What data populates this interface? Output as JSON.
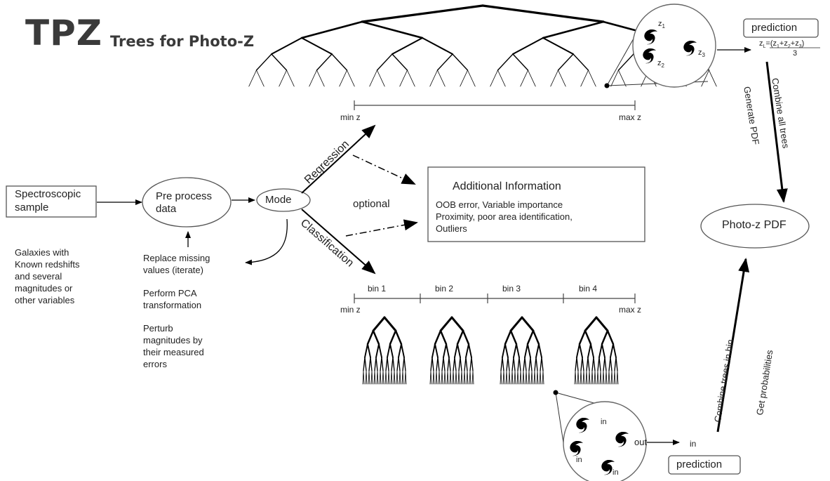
{
  "title": {
    "main": "TPZ",
    "sub": "Trees for Photo-Z"
  },
  "input": {
    "label_line1": "Spectroscopic",
    "label_line2": "sample",
    "description": [
      "Galaxies with",
      "Known redshifts",
      "and several",
      "magnitudes or",
      "other variables"
    ]
  },
  "preprocess": {
    "label_line1": "Pre process",
    "label_line2": "data",
    "steps": [
      [
        "Replace missing",
        "values (iterate)"
      ],
      [
        "Perform PCA",
        "transformation"
      ],
      [
        "Perturb",
        "magnitudes by",
        "their measured",
        "errors"
      ]
    ]
  },
  "mode": {
    "label": "Mode"
  },
  "branches": {
    "regression": "Regression",
    "classification": "Classification",
    "optional": "optional"
  },
  "additional_info": {
    "title": "Additional Information",
    "lines": [
      "OOB error, Variable importance",
      "Proximity, poor area identification,",
      "Outliers"
    ]
  },
  "regression": {
    "axis_min": "min z",
    "axis_max": "max z",
    "tree_leaves": [
      "z",
      "z",
      "z"
    ],
    "tree_subscripts": [
      "1",
      "2",
      "3"
    ],
    "prediction_label": "prediction",
    "formula": {
      "lhs": "z",
      "lhs_sub": "L",
      "eq": "=",
      "open": "(",
      "t1": "z",
      "s1": "1",
      "plus": "+",
      "t2": "z",
      "s2": "2",
      "t3": "z",
      "s3": "3",
      "close": ")",
      "denominator": "3"
    },
    "combine_label": "Combine all trees",
    "generate_label": "Generate PDF"
  },
  "classification": {
    "axis_min": "min z",
    "axis_max": "max z",
    "bins": [
      "bin 1",
      "bin 2",
      "bin 3",
      "bin 4"
    ],
    "leaf_labels": [
      "in",
      "out",
      "in",
      "in"
    ],
    "result_label": "in",
    "prediction_label": "prediction",
    "combine_label": "Combine trees in bin",
    "probabilities_label": "Get probabilities"
  },
  "output": {
    "label": "Photo-z PDF"
  }
}
